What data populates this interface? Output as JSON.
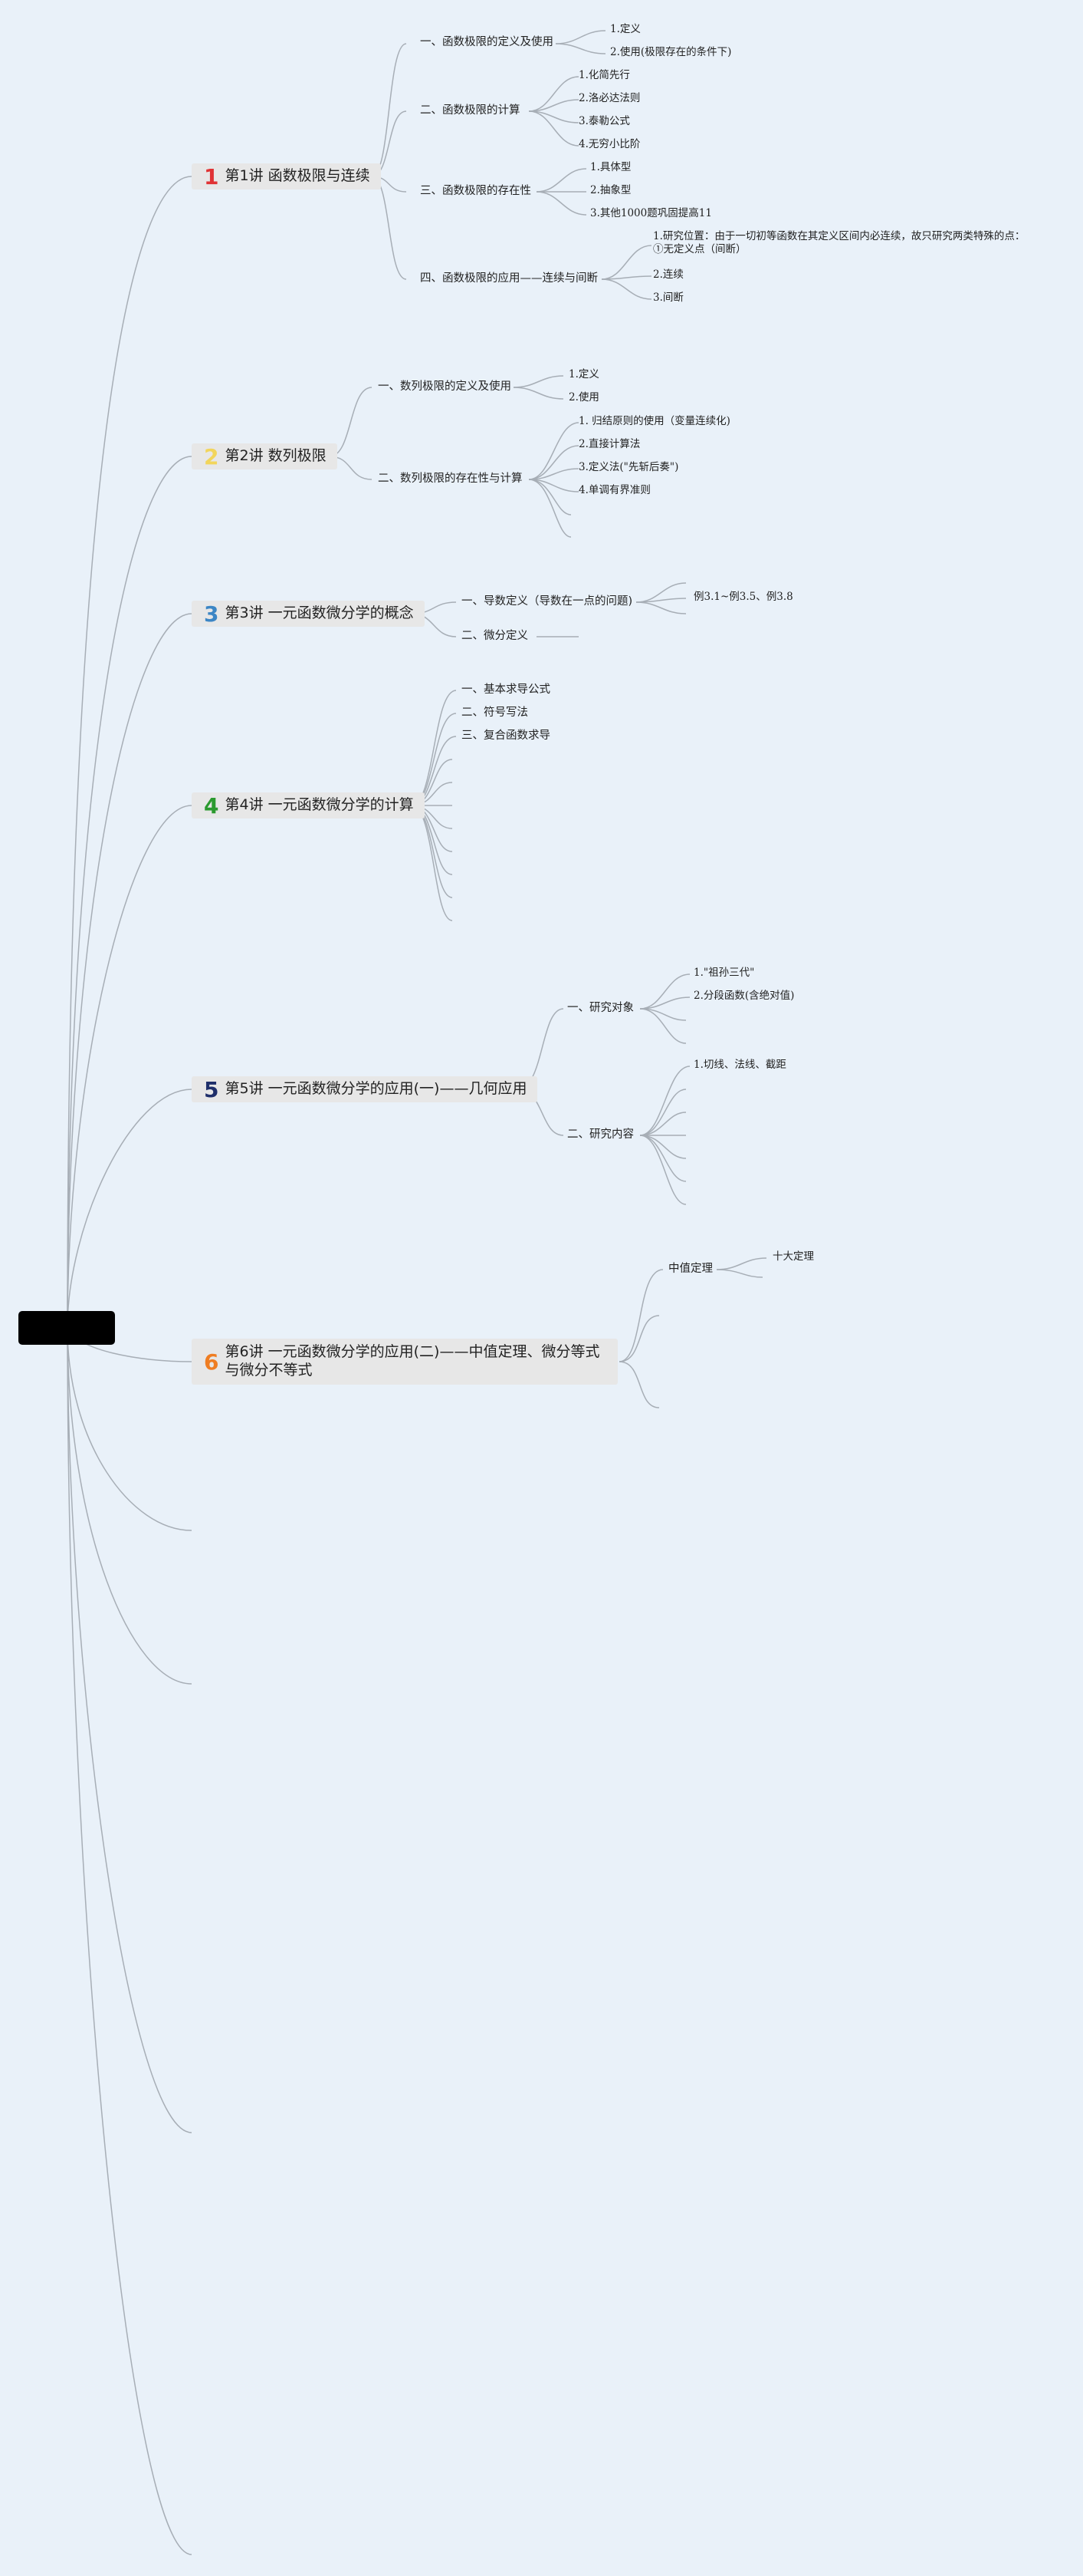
{
  "root": {
    "label": ""
  },
  "lectures": [
    {
      "num": "1",
      "num_color": "#e03234",
      "title": "第1讲 函数极限与连续",
      "sections": [
        {
          "label": "一、函数极限的定义及使用",
          "items": [
            "1.定义",
            "2.使用(极限存在的条件下)"
          ]
        },
        {
          "label": "二、函数极限的计算",
          "items": [
            "1.化简先行",
            "2.洛必达法则",
            "3.泰勒公式",
            "4.无穷小比阶"
          ]
        },
        {
          "label": "三、函数极限的存在性",
          "items": [
            "1.具体型",
            "2.抽象型",
            "3.其他1000题巩固提高11"
          ]
        },
        {
          "label": "四、函数极限的应用——连续与间断",
          "items": [
            "1.研究位置：由于一切初等函数在其定义区间内必连续，故只研究两类特殊的点：①无定义点（间断）",
            "2.连续",
            "3.间断"
          ]
        }
      ]
    },
    {
      "num": "2",
      "num_color": "#f2d55b",
      "title": "第2讲 数列极限",
      "sections": [
        {
          "label": "一、数列极限的定义及使用",
          "items": [
            "1.定义",
            "2.使用"
          ]
        },
        {
          "label": "二、数列极限的存在性与计算",
          "items": [
            "1. 归结原则的使用（变量连续化)",
            "2.直接计算法",
            "3.定义法(\"先斩后奏\")",
            "4.单调有界准则"
          ]
        }
      ]
    },
    {
      "num": "3",
      "num_color": "#3c86c5",
      "title": "第3讲 一元函数微分学的概念",
      "sections": [
        {
          "label": "一、导数定义（导数在一点的问题)",
          "items": [
            "例3.1~例3.5、例3.8"
          ]
        },
        {
          "label": "二、微分定义",
          "items": []
        }
      ]
    },
    {
      "num": "4",
      "num_color": "#2b9a2f",
      "title": "第4讲 一元函数微分学的计算",
      "sections": [
        {
          "label": "一、基本求导公式",
          "items": []
        },
        {
          "label": "二、符号写法",
          "items": []
        },
        {
          "label": "三、复合函数求导",
          "items": []
        }
      ]
    },
    {
      "num": "5",
      "num_color": "#1f2f6b",
      "title": "第5讲 一元函数微分学的应用(一)——几何应用",
      "sections": [
        {
          "label": "一、研究对象",
          "items": [
            "1.\"祖孙三代\"",
            "2.分段函数(含绝对值)"
          ]
        },
        {
          "label": "二、研究内容",
          "items": [
            "1.切线、法线、截距"
          ]
        }
      ]
    },
    {
      "num": "6",
      "num_color": "#ef7d22",
      "title": "第6讲 一元函数微分学的应用(二)——中值定理、微分等式与微分不等式",
      "sections": [
        {
          "label": "中值定理",
          "items": [
            "十大定理"
          ]
        }
      ]
    }
  ]
}
